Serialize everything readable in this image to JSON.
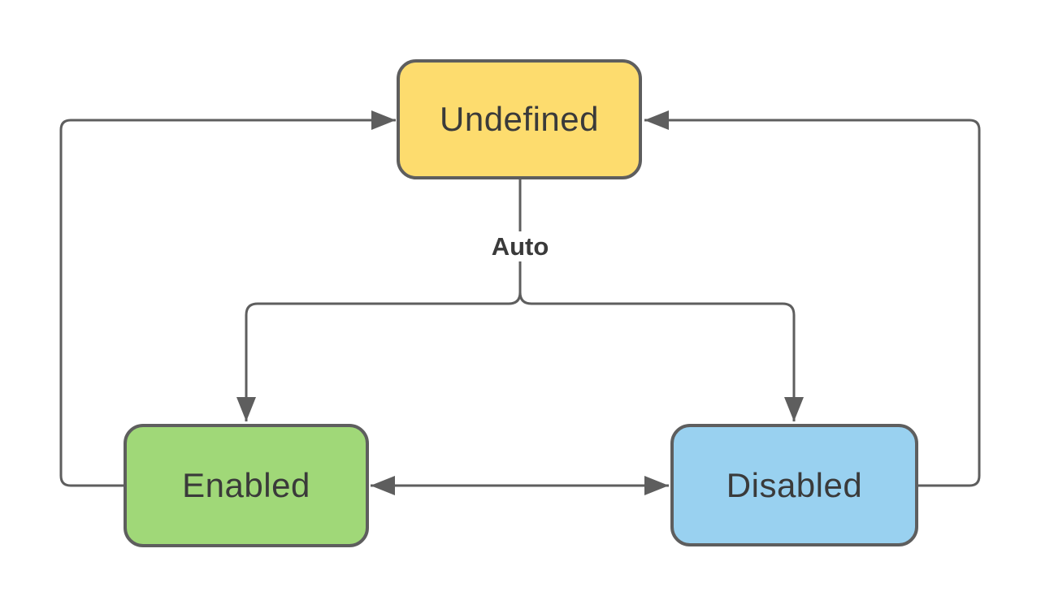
{
  "diagram": {
    "type": "state-diagram",
    "colors": {
      "background": "#FFFFFF",
      "stroke": "#5E5E5E",
      "text": "#3A3A3A"
    },
    "states": [
      {
        "id": "undefined",
        "label": "Undefined",
        "fill": "#FDDC6E"
      },
      {
        "id": "enabled",
        "label": "Enabled",
        "fill": "#A0D878"
      },
      {
        "id": "disabled",
        "label": "Disabled",
        "fill": "#99D1F0"
      }
    ],
    "transitions": [
      {
        "from": "Undefined",
        "to": "Enabled",
        "label": "Auto"
      },
      {
        "from": "Undefined",
        "to": "Disabled",
        "label": "Auto"
      },
      {
        "from": "Enabled",
        "to": "Undefined",
        "label": ""
      },
      {
        "from": "Disabled",
        "to": "Undefined",
        "label": ""
      },
      {
        "from": "Enabled",
        "to": "Disabled",
        "label": ""
      },
      {
        "from": "Disabled",
        "to": "Enabled",
        "label": ""
      }
    ],
    "auto_label": "Auto"
  }
}
